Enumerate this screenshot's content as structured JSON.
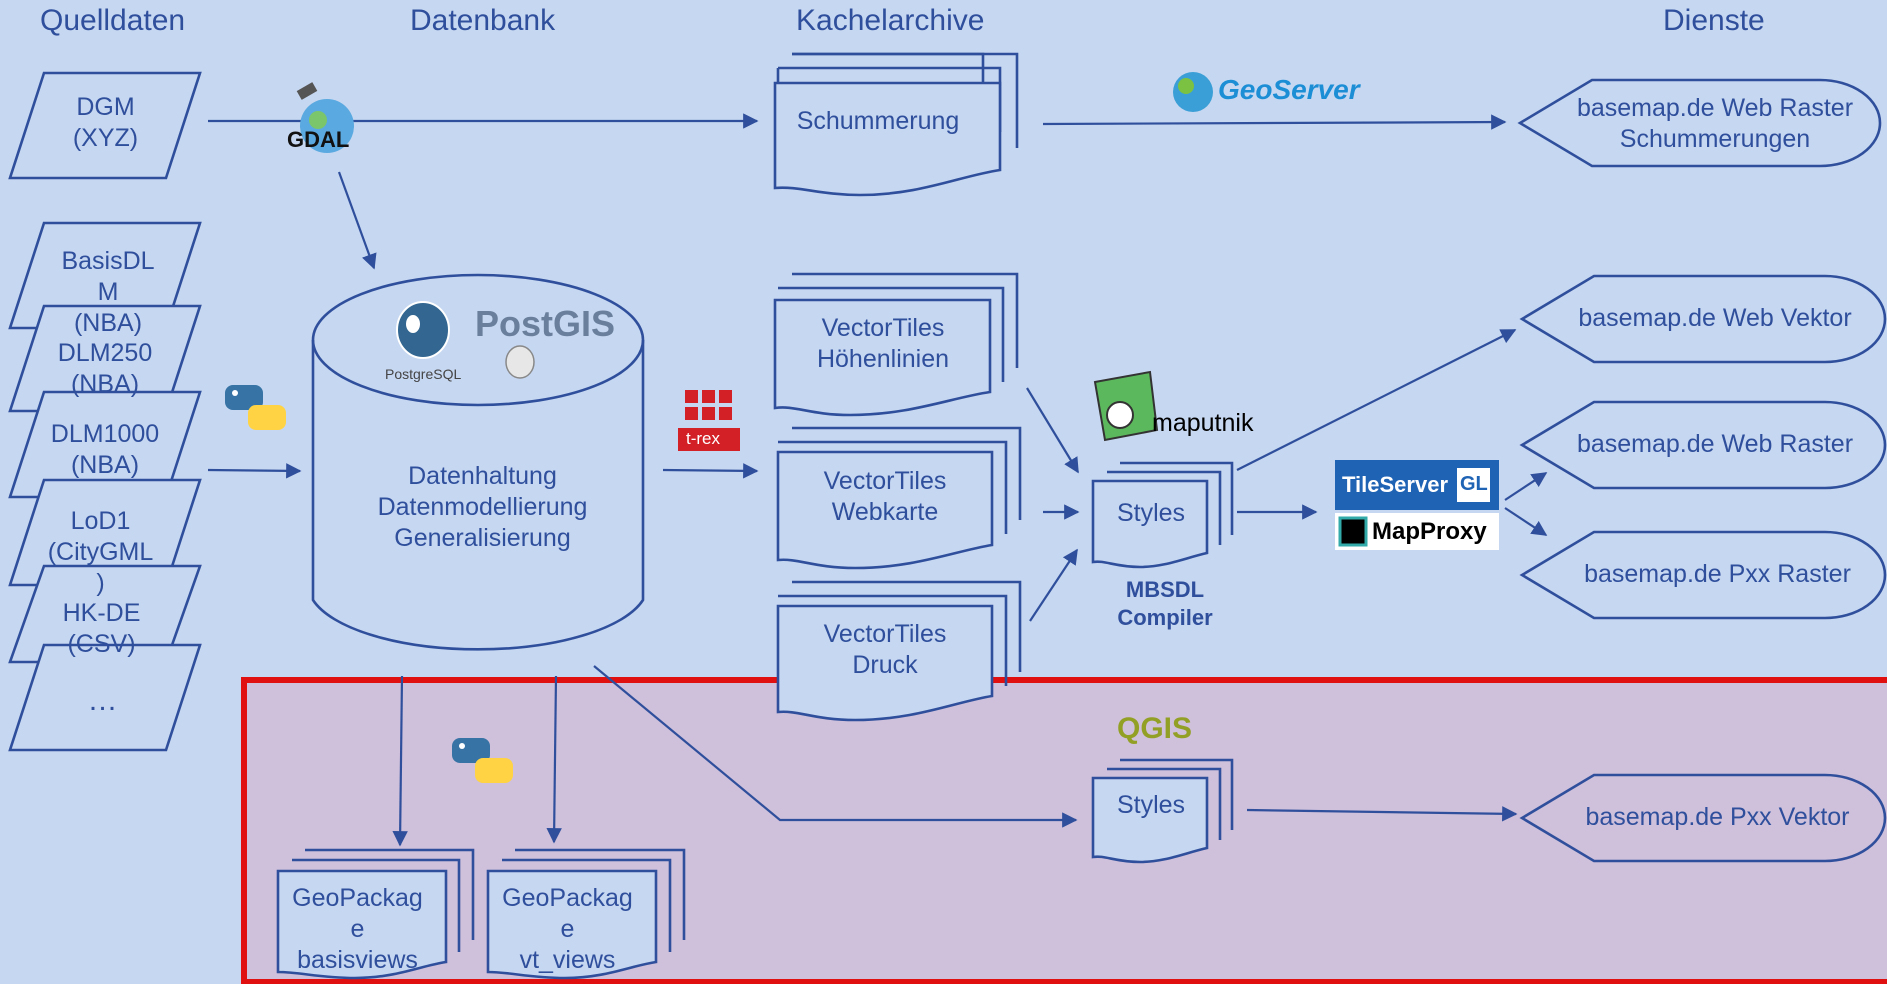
{
  "headers": {
    "source": "Quelldaten",
    "database": "Datenbank",
    "tiles": "Kachelarchive",
    "services": "Dienste"
  },
  "sources": {
    "dgm": "DGM\n(XYZ)",
    "basisdlm": "BasisDL\nM\n(NBA)",
    "dlm250": "DLM250\n(NBA)",
    "dlm1000": "DLM1000\n(NBA)",
    "lod1": "LoD1\n(CityGML\n)",
    "hkde": "HK-DE\n(CSV)",
    "more": "…"
  },
  "database": {
    "label": "Datenhaltung\nDatenmodellierung\nGeneralisierung"
  },
  "tiles": {
    "schummerung": "Schummerung",
    "hoehenlinien": "VectorTiles\nHöhenlinien",
    "webkarte": "VectorTiles\nWebkarte",
    "druck": "VectorTiles\nDruck"
  },
  "styles": {
    "mbsdl_styles": "Styles",
    "compiler": "MBSDL\nCompiler",
    "qgis_styles": "Styles"
  },
  "geopackages": {
    "basis": "GeoPackag\ne\nbasisviews",
    "vt": "GeoPackag\ne\nvt_views"
  },
  "services": {
    "raster_schummerungen": "basemap.de Web Raster\nSchummerungen",
    "web_vektor": "basemap.de Web Vektor",
    "web_raster": "basemap.de Web Raster",
    "pxx_raster": "basemap.de Pxx Raster",
    "pxx_vektor": "basemap.de Pxx Vektor"
  },
  "logos": {
    "gdal": "GDAL",
    "postgresql": "PostgreSQL",
    "postgis": "PostGIS",
    "trex": "t-rex",
    "geoserver": "GeoServer",
    "maputnik": "maputnik",
    "tileserver": "TileServer",
    "tileserver_gl": "GL",
    "mapproxy": "MapProxy",
    "qgis": "QGIS"
  },
  "colors": {
    "background": "#c6d7f1",
    "highlight_fill": "#cfc0db",
    "highlight_border": "#e01010",
    "line": "#2f4f9c"
  }
}
